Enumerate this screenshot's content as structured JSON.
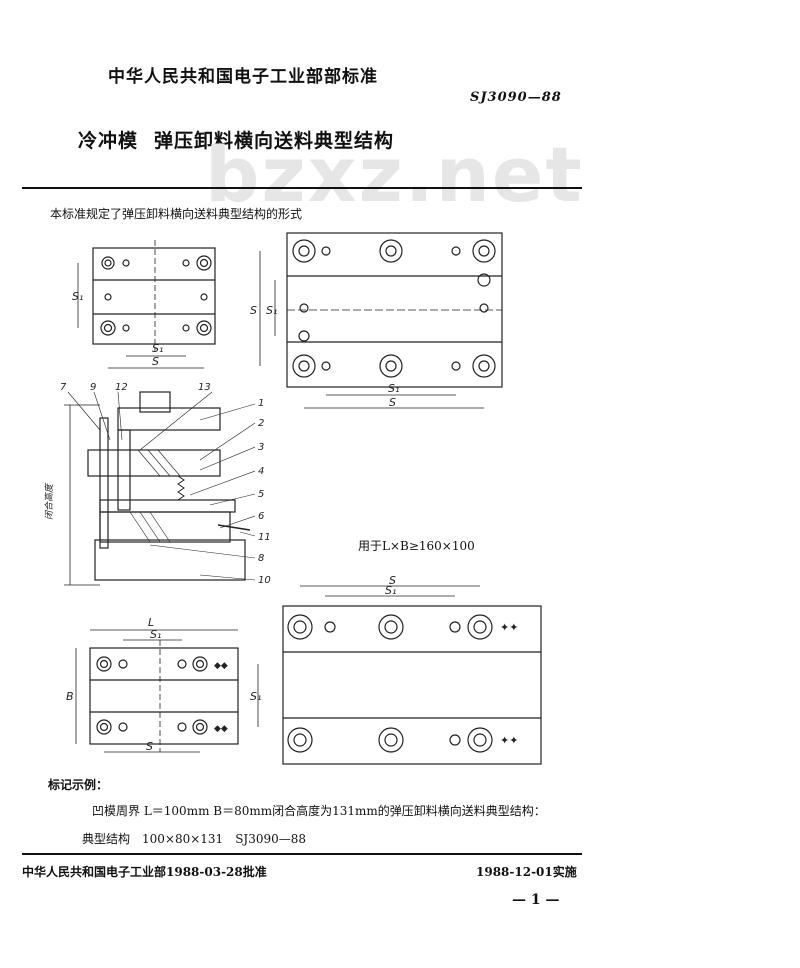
{
  "header": {
    "org": "中华人民共和国电子工业部部标准",
    "code": "SJ3090—88",
    "title_part1": "冷冲模",
    "title_part2": "弹压卸料横向送料典型结构"
  },
  "watermark": "bzxz.net",
  "intro": "本标准规定了弹压卸料横向送料典型结构的形式",
  "drawings": {
    "dim_s": "S",
    "dim_s1": "S₁",
    "dim_l": "L",
    "dim_b": "B",
    "part_numbers": [
      "7",
      "9",
      "12",
      "13",
      "1",
      "2",
      "3",
      "4",
      "5",
      "6",
      "11",
      "8",
      "10"
    ],
    "side_label": "闭合高度"
  },
  "used_for": "用于L×B≥160×100",
  "example": {
    "heading": "标记示例：",
    "line1": "凹模周界 L＝100mm B＝80mm闭合高度为131mm的弹压卸料横向送料典型结构：",
    "line2": "典型结构　100×80×131　SJ3090—88"
  },
  "footer": {
    "approval": "中华人民共和国电子工业部1988-03-28批准",
    "effective": "1988-12-01实施",
    "page": "— 1 —"
  }
}
